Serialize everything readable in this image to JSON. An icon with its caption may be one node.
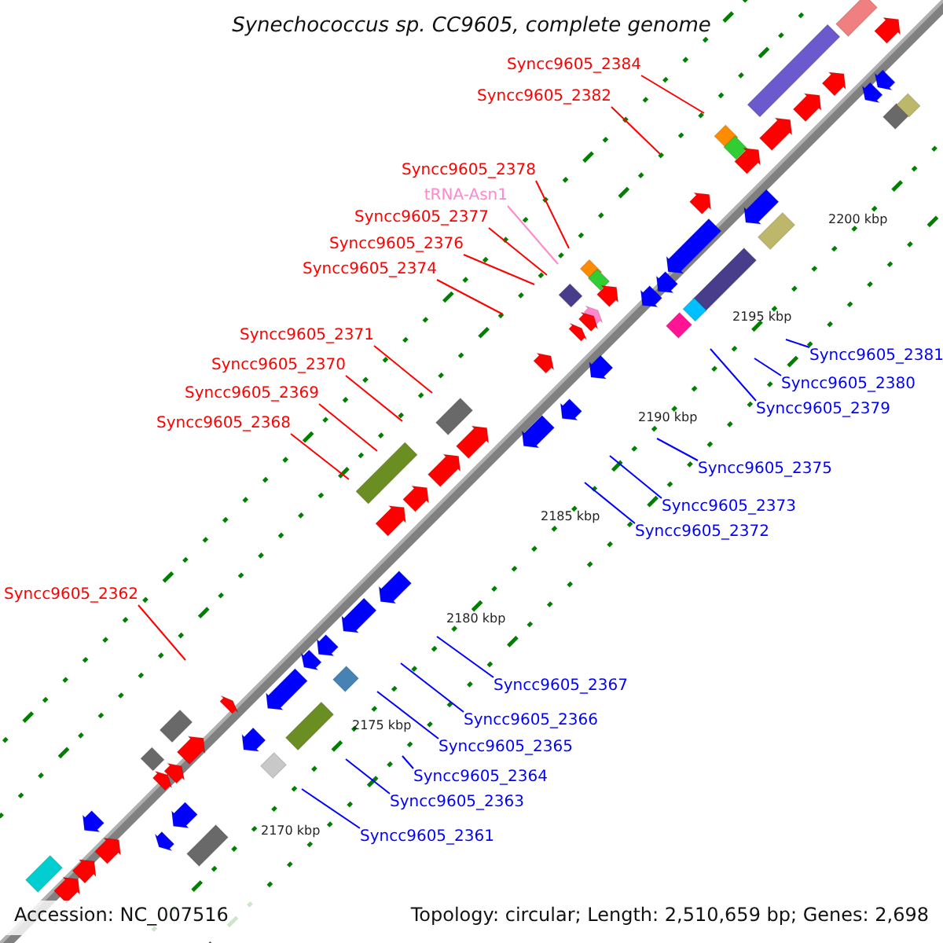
{
  "diagram": {
    "title": "Synechococcus sp. CC9605, complete genome",
    "nodes": [
      {
        "text": [
          "Syncc9605_2384"
        ]
      },
      {
        "text": [
          "Syncc9605_2382"
        ]
      },
      {
        "text": [
          "Syncc9605_2378"
        ]
      },
      {
        "text": [
          "tRNA-Asn1"
        ]
      },
      {
        "text": [
          "Syncc9605_2377"
        ]
      },
      {
        "text": [
          "Syncc9605_2376"
        ]
      },
      {
        "text": [
          "Syncc9605_2374"
        ]
      },
      {
        "text": [
          "Syncc9605_2371"
        ]
      },
      {
        "text": [
          "Syncc9605_2370"
        ]
      },
      {
        "text": [
          "Syncc9605_2369"
        ]
      },
      {
        "text": [
          "Syncc9605_2368"
        ]
      },
      {
        "text": [
          "Syncc9605_2362"
        ]
      },
      {
        "text": [
          "Syncc9605_2381"
        ]
      },
      {
        "text": [
          "Syncc9605_2380"
        ]
      },
      {
        "text": [
          "Syncc9605_2379"
        ]
      },
      {
        "text": [
          "Syncc9605_2375"
        ]
      },
      {
        "text": [
          "Syncc9605_2373"
        ]
      },
      {
        "text": [
          "Syncc9605_2372"
        ]
      },
      {
        "text": [
          "Syncc9605_2367"
        ]
      },
      {
        "text": [
          "Syncc9605_2366"
        ]
      },
      {
        "text": [
          "Syncc9605_2365"
        ]
      },
      {
        "text": [
          "Syncc9605_2364"
        ]
      },
      {
        "text": [
          "Syncc9605_2363"
        ]
      },
      {
        "text": [
          "Syncc9605_2361"
        ]
      }
    ],
    "edges": [
      {
        "from": 0,
        "to": null,
        "arrow": "none",
        "color": "#ff0000"
      },
      {
        "from": 1,
        "to": null,
        "arrow": "none",
        "color": "#ff0000"
      },
      {
        "from": 2,
        "to": null,
        "arrow": "none",
        "color": "#ff0000"
      },
      {
        "from": 3,
        "to": null,
        "arrow": "none",
        "color": "#ff88cc"
      },
      {
        "from": 4,
        "to": null,
        "arrow": "none",
        "color": "#ff0000"
      },
      {
        "from": 5,
        "to": null,
        "arrow": "none",
        "color": "#ff0000"
      },
      {
        "from": 6,
        "to": null,
        "arrow": "none",
        "color": "#ff0000"
      },
      {
        "from": 7,
        "to": null,
        "arrow": "none",
        "color": "#ff0000"
      },
      {
        "from": 8,
        "to": null,
        "arrow": "none",
        "color": "#ff0000"
      },
      {
        "from": 9,
        "to": null,
        "arrow": "none",
        "color": "#ff0000"
      },
      {
        "from": 10,
        "to": null,
        "arrow": "none",
        "color": "#ff0000"
      },
      {
        "from": 11,
        "to": null,
        "arrow": "none",
        "color": "#ff0000"
      },
      {
        "from": 12,
        "to": null,
        "arrow": "none",
        "color": "#0000ff"
      },
      {
        "from": 13,
        "to": null,
        "arrow": "none",
        "color": "#0000ff"
      },
      {
        "from": 14,
        "to": null,
        "arrow": "none",
        "color": "#0000ff"
      },
      {
        "from": 15,
        "to": null,
        "arrow": "none",
        "color": "#0000ff"
      },
      {
        "from": 16,
        "to": null,
        "arrow": "none",
        "color": "#0000ff"
      },
      {
        "from": 17,
        "to": null,
        "arrow": "none",
        "color": "#0000ff"
      },
      {
        "from": 18,
        "to": null,
        "arrow": "none",
        "color": "#0000ff"
      },
      {
        "from": 19,
        "to": null,
        "arrow": "none",
        "color": "#0000ff"
      },
      {
        "from": 20,
        "to": null,
        "arrow": "none",
        "color": "#0000ff"
      },
      {
        "from": 21,
        "to": null,
        "arrow": "none",
        "color": "#0000ff"
      },
      {
        "from": 22,
        "to": null,
        "arrow": "none",
        "color": "#0000ff"
      },
      {
        "from": 23,
        "to": null,
        "arrow": "none",
        "color": "#0000ff"
      }
    ],
    "labels": [
      "2200 kbp",
      "2195 kbp",
      "2190 kbp",
      "2185 kbp",
      "2180 kbp",
      "2175 kbp",
      "2170 kbp",
      "Accession: NC_007516",
      "Topology: circular; Length: 2,510,659 bp; Genes: 2,698"
    ]
  }
}
